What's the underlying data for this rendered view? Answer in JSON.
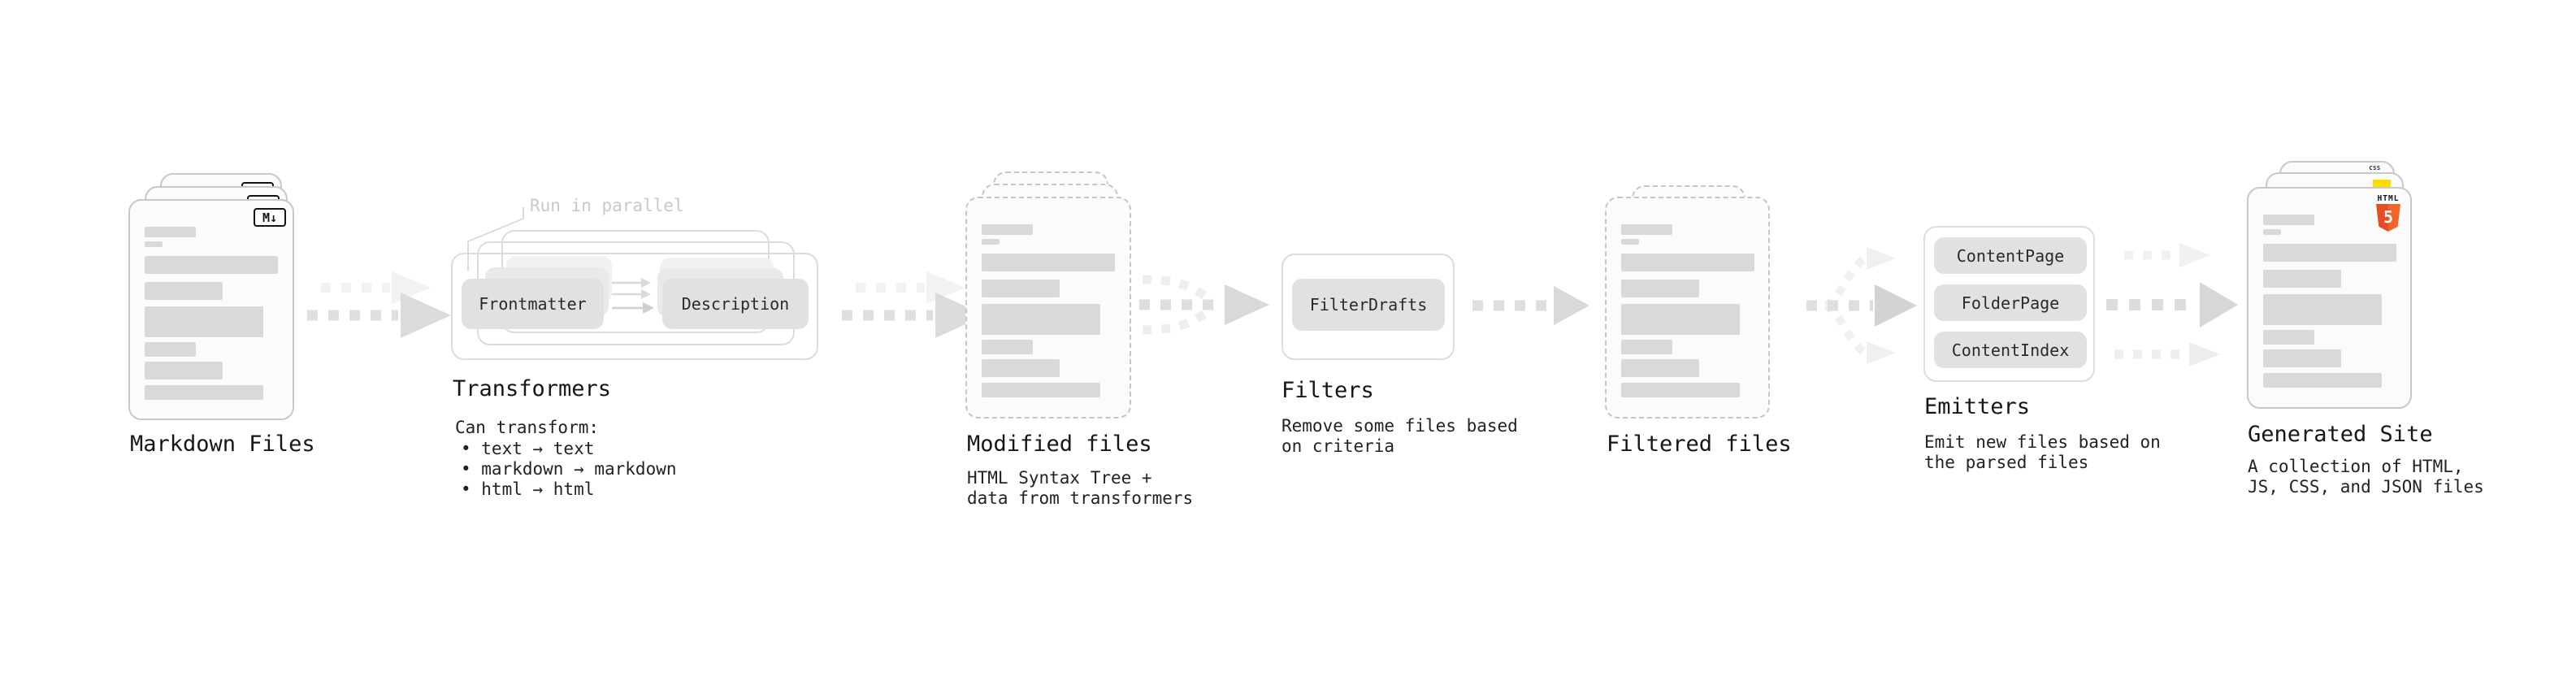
{
  "stages": {
    "markdown_files": {
      "title": "Markdown Files",
      "file_icon": "M↓"
    },
    "transformers": {
      "title": "Transformers",
      "annotation": "Run in parallel",
      "box1": "Frontmatter",
      "box2": "Description",
      "heading": "Can transform:",
      "bullets": [
        "• text → text",
        "• markdown → markdown",
        "• html → html"
      ]
    },
    "modified_files": {
      "title": "Modified files",
      "subtitle": [
        "HTML Syntax Tree +",
        "data from transformers"
      ]
    },
    "filters": {
      "title": "Filters",
      "box1": "FilterDrafts",
      "subtitle": [
        "Remove some files based",
        "on criteria"
      ]
    },
    "filtered_files": {
      "title": "Filtered files"
    },
    "emitters": {
      "title": "Emitters",
      "box1": "ContentPage",
      "box2": "FolderPage",
      "box3": "ContentIndex",
      "subtitle": [
        "Emit new files based on",
        "the parsed files"
      ]
    },
    "generated_site": {
      "title": "Generated Site",
      "subtitle": [
        "A collection of HTML,",
        "JS, CSS, and JSON files"
      ],
      "css_icon_label": "CSS",
      "html_icon_label": "HTML",
      "html_icon_number": "5"
    }
  },
  "colors": {
    "background": "#ffffff",
    "card_border": "#c8c8c8",
    "dashed_border": "#c6c6c6",
    "placeholder_bar": "#d9d9d9",
    "pill_gray": "#e1e1e1",
    "outline_gray": "#dcdcdc",
    "arrow_gray": "#dedede",
    "arrow_ghost": "#f1f1f1",
    "text_dark": "#1d1d1d",
    "text_faint": "#c9c9c9",
    "html5_orange": "#e44d26",
    "html5_orange_light": "#f16529",
    "js_yellow": "#ffdd00",
    "css_blue": "#2d63f6"
  }
}
